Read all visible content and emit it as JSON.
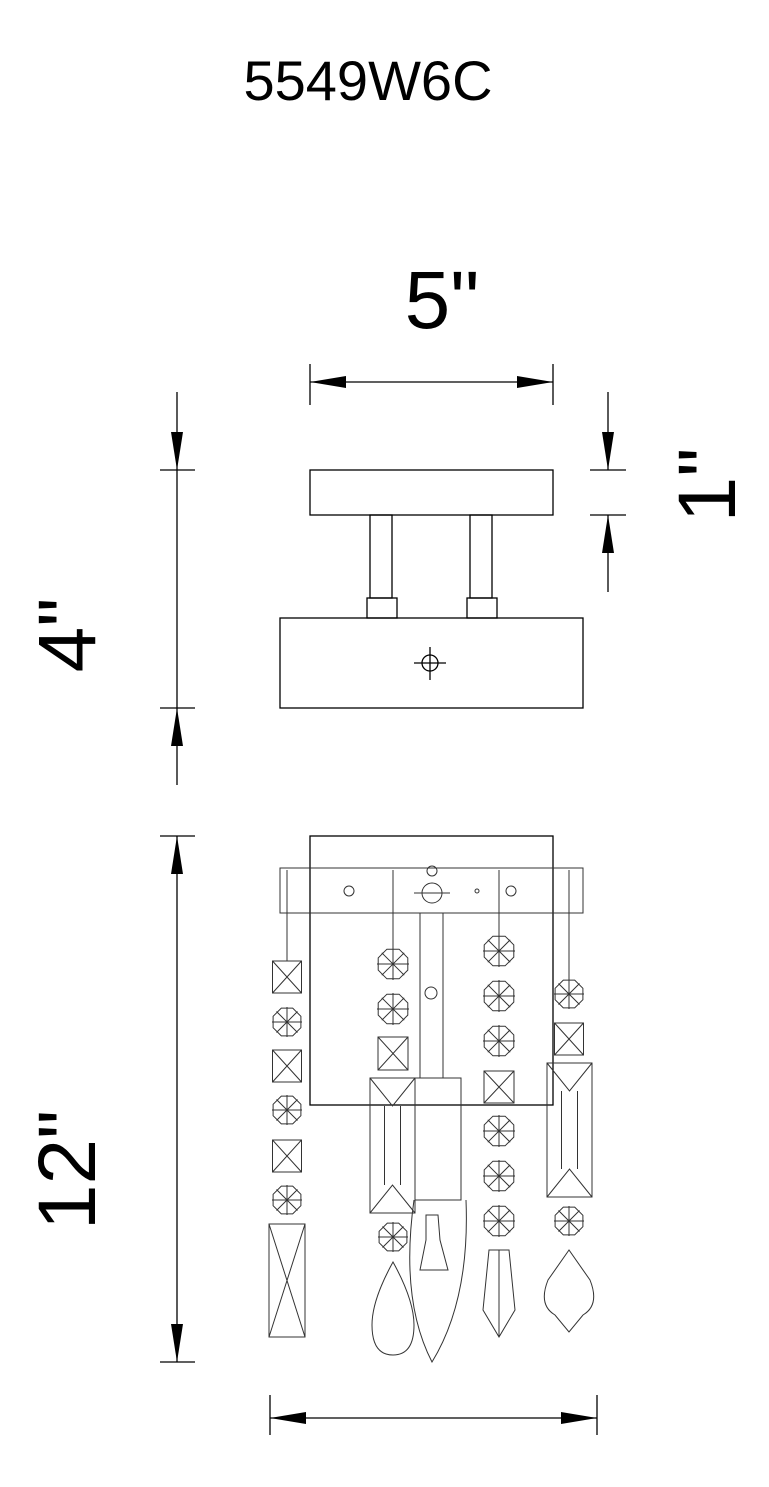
{
  "title": "5549W6C",
  "dimensions": {
    "canopy_width": "5\"",
    "canopy_depth": "1\"",
    "fixture_depth": "4\"",
    "fixture_height": "12\""
  },
  "colors": {
    "line": "#000000",
    "background": "#ffffff"
  }
}
